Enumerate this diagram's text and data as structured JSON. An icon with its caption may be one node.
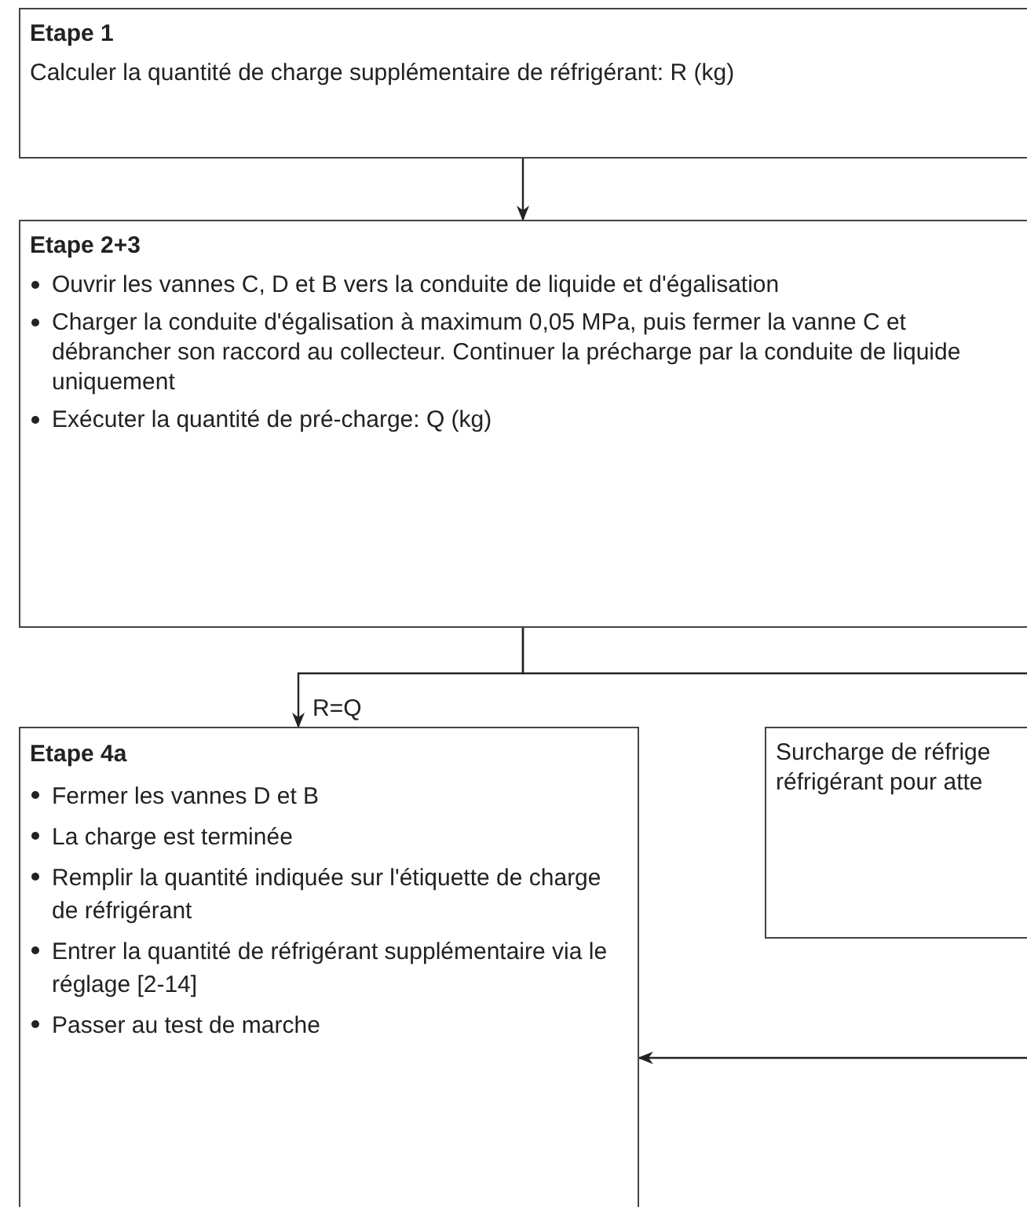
{
  "diagram": {
    "nodes": [
      {
        "text": [
          "Etape 1",
          "Calculer la quantité de charge supplémentaire de réfrigérant: R (kg)"
        ]
      },
      {
        "text": [
          "Etape 2+3",
          "Ouvrir les vannes C, D et B vers la conduite de liquide et d'égalisation",
          "Charger la conduite d'égalisation à maximum 0,05 MPa, puis fermer la vanne C et débrancher son raccord au collecteur. Continuer la précharge par la conduite de liquide uniquement",
          "Exécuter la quantité de pré-charge: Q (kg)"
        ]
      },
      {
        "text": [
          "Etape 4a",
          "Fermer les vannes D et B",
          "La charge est terminée",
          "Remplir la quantité indiquée sur l'étiquette de charge de réfrigérant",
          "Entrer la quantité de réfrigérant supplémentaire via le réglage [2-14]",
          "Passer au test de marche"
        ]
      },
      {
        "text": [
          "Surcharge de réfrige réfrigérant pour atte"
        ]
      }
    ],
    "edges": [
      {
        "from": 0,
        "to": 1,
        "arrow": "to"
      },
      {
        "from": 1,
        "to": 2,
        "arrow": "to",
        "label": "R=Q"
      },
      {
        "from": 1,
        "to": null,
        "arrow": "none"
      },
      {
        "from": null,
        "to": 2,
        "arrow": "to"
      }
    ]
  }
}
